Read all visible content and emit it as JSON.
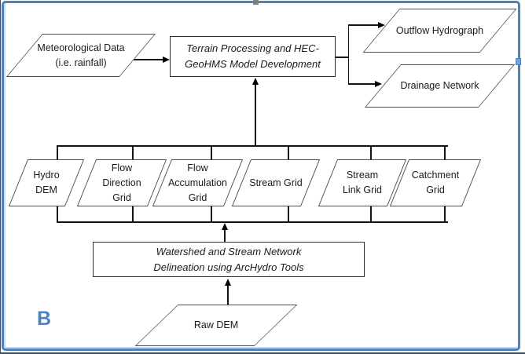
{
  "figure": {
    "panel_label": "B",
    "border_color": "#4f81bd",
    "panel_label_color": "#4a82c4",
    "line_color": "#141414"
  },
  "nodes": {
    "met": {
      "line1": "Meteorological Data",
      "line2": "(i.e. rainfall)"
    },
    "terrain": {
      "line1": "Terrain Processing and HEC-",
      "line2": "GeoHMS Model Development"
    },
    "outflow": {
      "label": "Outflow Hydrograph"
    },
    "drainage": {
      "label": "Drainage Network"
    },
    "watershed": {
      "line1": "Watershed and Stream Network",
      "line2": "Delineation using ArcHydro Tools"
    },
    "raw_dem": {
      "label": "Raw DEM"
    },
    "grids": [
      {
        "lines": [
          "Hydro",
          "DEM"
        ]
      },
      {
        "lines": [
          "Flow",
          "Direction",
          "Grid"
        ]
      },
      {
        "lines": [
          "Flow",
          "Accumulation",
          "Grid"
        ]
      },
      {
        "lines": [
          "Stream Grid"
        ]
      },
      {
        "lines": [
          "Stream",
          "Link Grid"
        ]
      },
      {
        "lines": [
          "Catchment",
          "Grid"
        ]
      }
    ]
  }
}
